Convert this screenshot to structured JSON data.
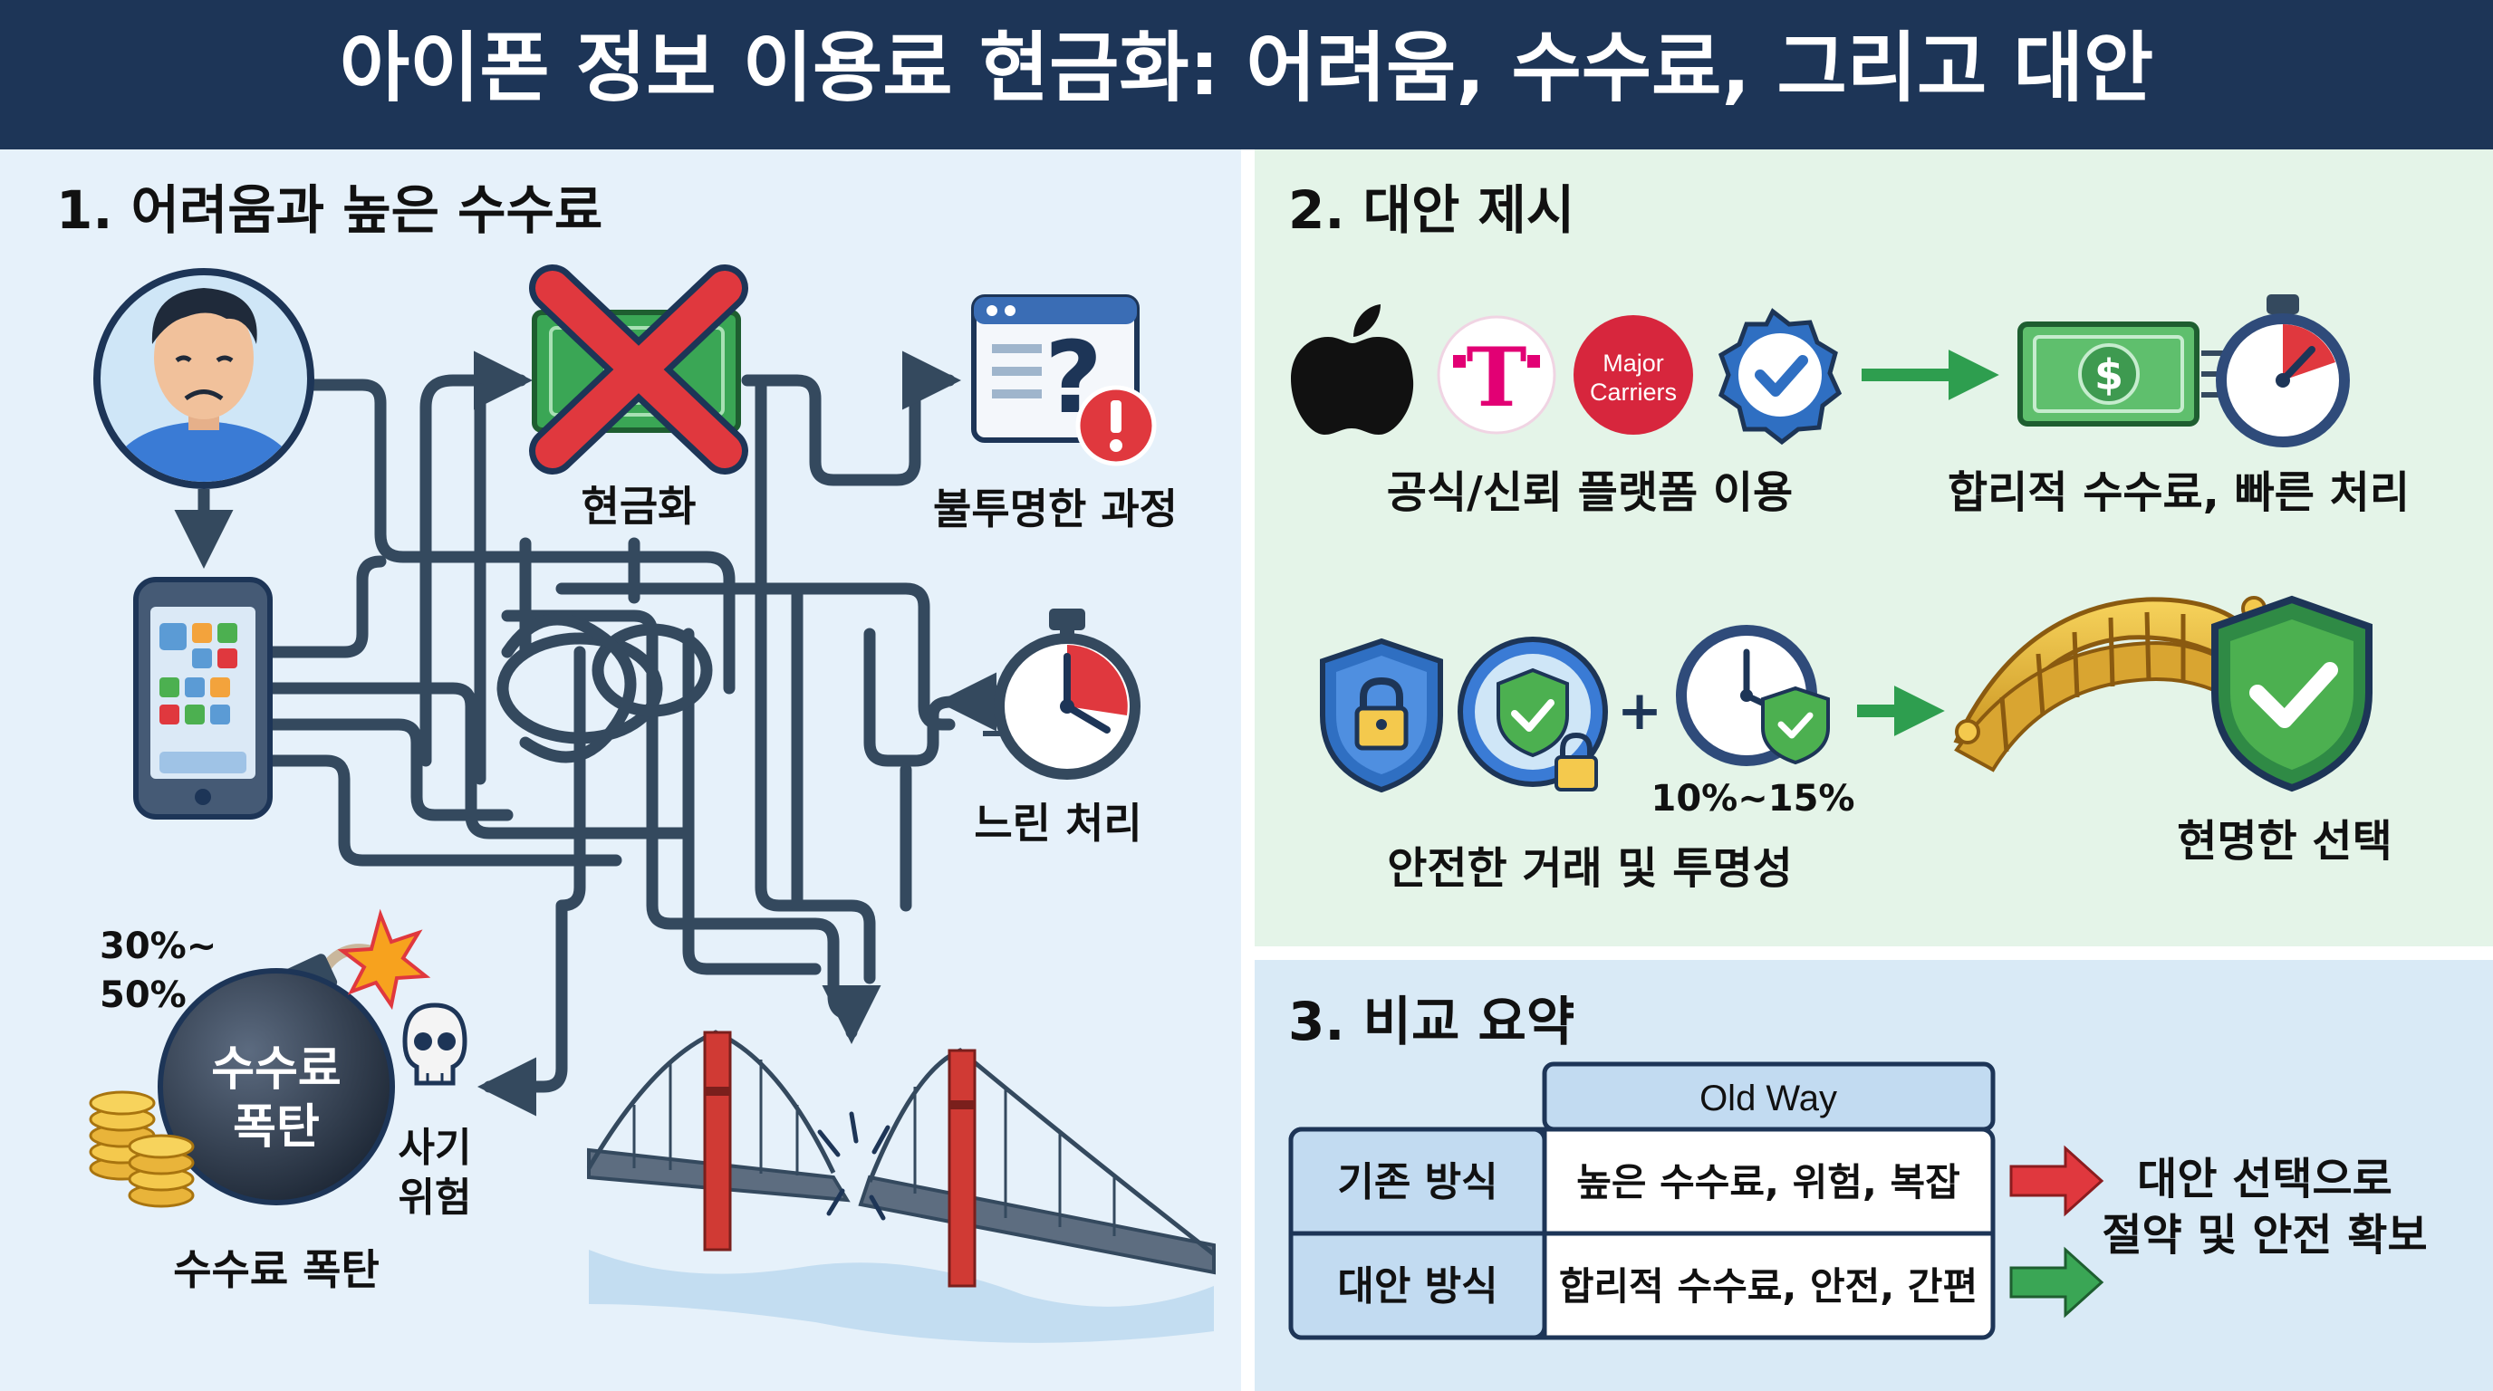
{
  "title": "아이폰 정보 이용료 현금화: 어려움, 수수료, 그리고 대안",
  "colors": {
    "header": "#1d3557",
    "panel_left": "#e6f1fa",
    "panel_right_top": "#e4f4e8",
    "panel_right_bottom": "#d9eaf6",
    "accent_green": "#2e9e4f",
    "accent_red": "#e0383e",
    "path_stroke": "#34495e"
  },
  "section1": {
    "heading": "1. 어려움과 높은 수수료",
    "labels": {
      "cash": "현금화",
      "opaque": "불투명한 과정",
      "slow": "느린 처리",
      "bomb_percent_line1": "30%~",
      "bomb_percent_line2": "50%",
      "bomb_line1": "수수료",
      "bomb_line2": "폭탄",
      "bomb_caption": "수수료 폭탄",
      "scam_line1": "사기",
      "scam_line2": "위험"
    },
    "icons": [
      "sad-user-icon",
      "smartphone-icon",
      "cash-cross-icon",
      "question-window-icon",
      "stopwatch-icon",
      "bomb-icon",
      "coins-icon",
      "skull-icon",
      "broken-bridge-icon"
    ]
  },
  "section2": {
    "heading": "2. 대안 제시",
    "major_line1": "Major",
    "major_line2": "Carriers",
    "tmobile_glyph": "T",
    "row1_left": "공식/신뢰 플랫폼 이용",
    "row1_right": "합리적 수수료, 빠른 처리",
    "percent": "10%~15%",
    "plus": "+",
    "row2_left": "안전한 거래 및 투명성",
    "row2_right": "현명한 선택",
    "icons": [
      "apple-logo-icon",
      "tmobile-logo-icon",
      "major-carriers-badge",
      "verified-badge-icon",
      "cash-dollar-icon",
      "fast-stopwatch-icon",
      "lock-shield-icon",
      "lock-check-icon",
      "clock-check-icon",
      "gold-bridge-icon",
      "check-shield-icon"
    ]
  },
  "section3": {
    "heading": "3. 비교 요약",
    "table_header": "Old Way",
    "rows": [
      {
        "label": "기존 방식",
        "value": "높은 수수료, 위험, 복잡"
      },
      {
        "label": "대안 방식",
        "value": "합리적 수수료, 안전, 간편"
      }
    ],
    "result_line1": "대안 선택으로",
    "result_line2": "절약 및 안전 확보"
  }
}
